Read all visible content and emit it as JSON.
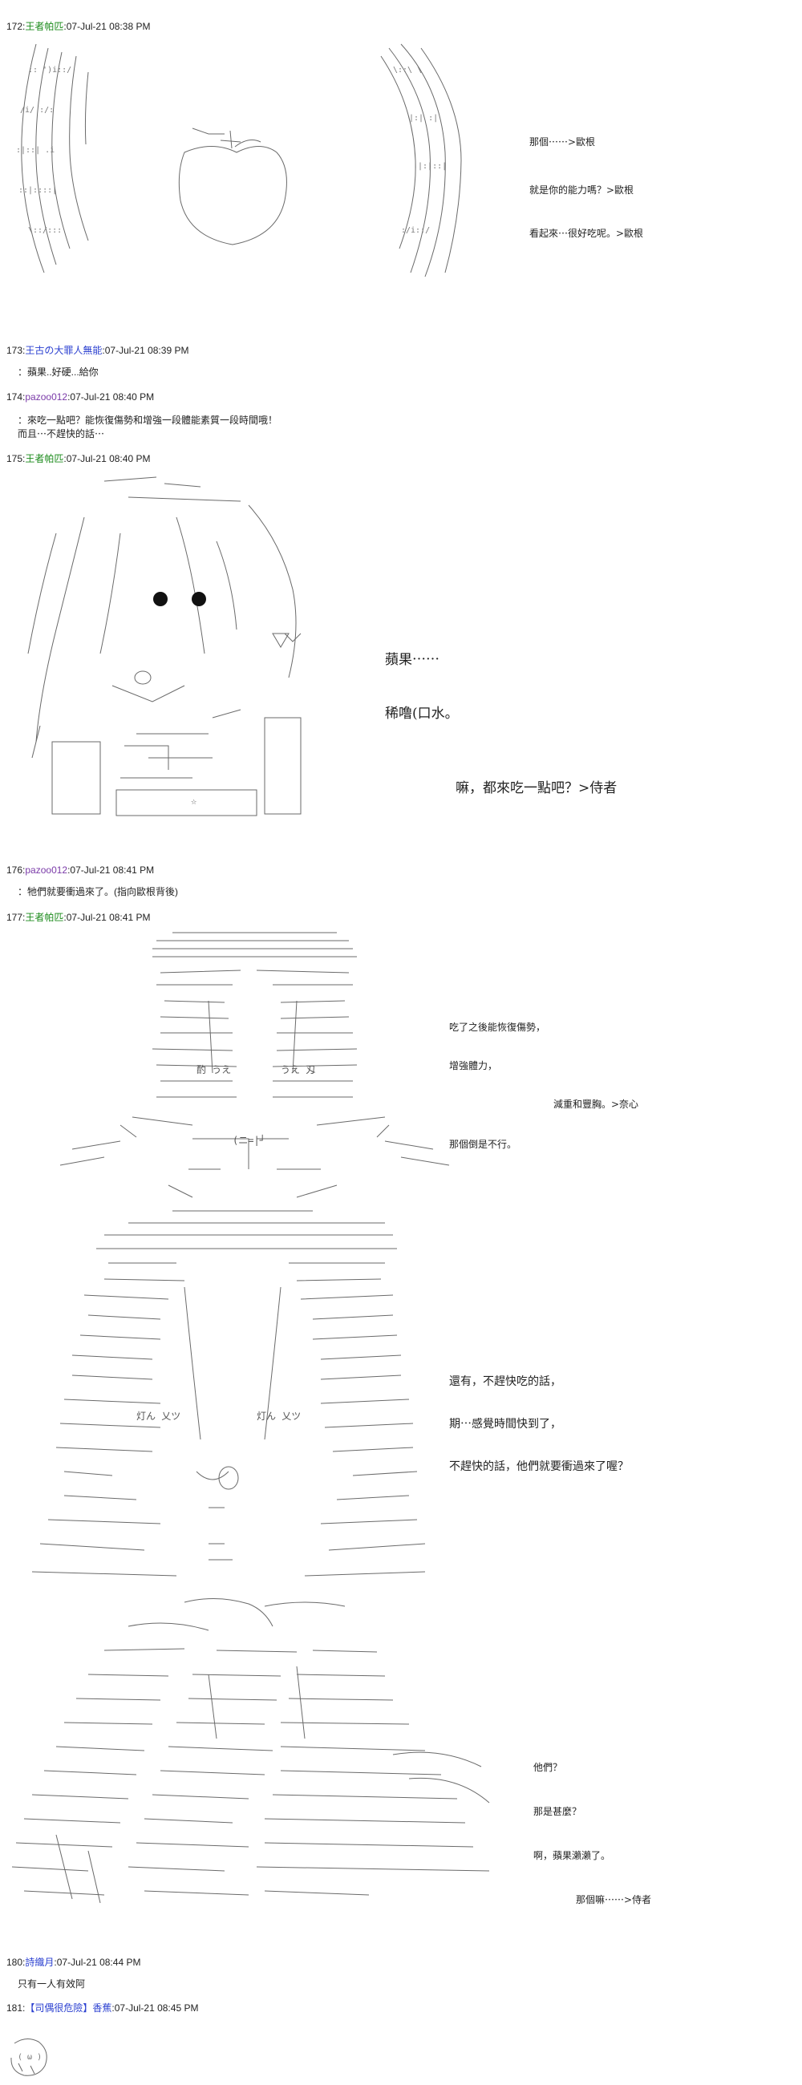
{
  "posts": [
    {
      "num": "172",
      "name": "王者帕匹",
      "date": ":07-Jul-21 08:38 PM"
    },
    {
      "num": "173",
      "name": "王古の大罪人無能",
      "date": ":07-Jul-21 08:39 PM"
    },
    {
      "num": "174",
      "name": "pazoo012",
      "date": ":07-Jul-21 08:40 PM"
    },
    {
      "num": "175",
      "name": "王者帕匹",
      "date": ":07-Jul-21 08:40 PM"
    },
    {
      "num": "176",
      "name": "pazoo012",
      "date": ":07-Jul-21 08:41 PM"
    },
    {
      "num": "177",
      "name": "王者帕匹",
      "date": ":07-Jul-21 08:41 PM"
    },
    {
      "num": "180",
      "name": "詩織月",
      "date": ":07-Jul-21 08:44 PM"
    },
    {
      "num": "181",
      "name": "【司偶很危險】香蕉",
      "date": ":07-Jul-21 08:45 PM"
    }
  ],
  "messages": {
    "m173": "：蘋果..好硬...給你",
    "m174_1": "：來吃一點吧？能恢復傷勢和增強一段體能素質一段時間哦！",
    "m174_2": "而且⋯不趕快的話⋯",
    "m176": "：牠們就要衝過來了。(指向歐根背後)",
    "m180": "只有一人有效阿"
  },
  "dialogue": {
    "d172": [
      "那個⋯⋯>歐根",
      "就是你的能力嗎？>歐根",
      "看起來⋯很好吃呢。>歐根"
    ],
    "d175": [
      "蘋果⋯⋯",
      "稀噜(口水。",
      "嘛，都來吃一點吧？>侍者"
    ],
    "d177a": [
      "吃了之後能恢復傷勢，",
      "增強體力，",
      "減重和豐胸。>奈心",
      "那個倒是不行。"
    ],
    "d177b": [
      "還有，不趕快吃的話，",
      "期⋯感覺時間快到了，",
      "不趕快的話，他們就要衝過來了喔？"
    ],
    "d177c": [
      "他們？",
      "那是甚麼？",
      "啊，蘋果瀨瀨了。",
      "那個嘛⋯⋯>侍者"
    ]
  },
  "ascii": {
    "face": "( ω )",
    "star": "☆",
    "eyes_left": "酌 うえ",
    "eyes_right": "うえ 刄",
    "lamp_left": "灯ん 乂ツ",
    "lamp_right": "灯ん 乂ツ",
    "nihon": "(ニ=|┘"
  }
}
